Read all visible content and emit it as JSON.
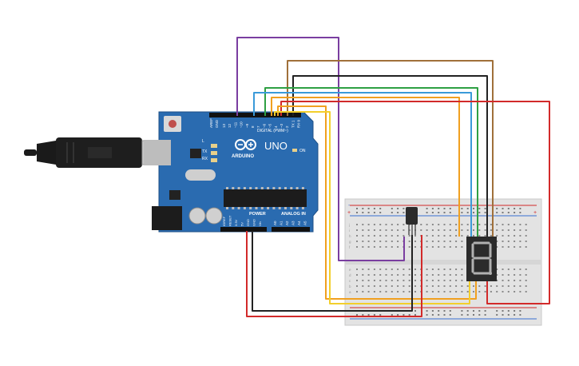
{
  "arduino": {
    "brand_name": "UNO",
    "brand_sub": "ARDUINO",
    "digital_header_label": "DIGITAL (PWM~)",
    "power_label": "POWER",
    "analog_label": "ANALOG IN",
    "aref_label": "AREF",
    "gnd_label": "GND",
    "on_label": "ON",
    "tx_label": "TX",
    "rx_label": "RX",
    "l_label": "L",
    "digital_pins": [
      "13",
      "12",
      "~11",
      "~10",
      "~9",
      "8",
      "7",
      "~6",
      "~5",
      "4",
      "~3",
      "2",
      "TX 1",
      "RX 0"
    ],
    "power_pins": [
      "IOREF",
      "RESET",
      "3.3V",
      "5V",
      "GND",
      "GND",
      "Vin"
    ],
    "analog_pins": [
      "A0",
      "A1",
      "A2",
      "A3",
      "A4",
      "A5"
    ]
  },
  "breadboard": {
    "rail_plus": "+",
    "rail_minus": "-",
    "row_letters_top": [
      "j",
      "i",
      "h",
      "g",
      "f"
    ],
    "row_letters_bottom": [
      "e",
      "d",
      "c",
      "b",
      "a"
    ]
  },
  "display": {
    "digit": "8"
  },
  "colors": {
    "board": "#2a6bb0",
    "wire_purple": "#7a3ea0",
    "wire_brown": "#a0703a",
    "wire_black": "#222222",
    "wire_green": "#2ea043",
    "wire_blue": "#3a9ad9",
    "wire_orange": "#f0a020",
    "wire_yellow": "#f3cf2c",
    "wire_red": "#d22a2a",
    "display_segment": "#b0b0b0"
  }
}
